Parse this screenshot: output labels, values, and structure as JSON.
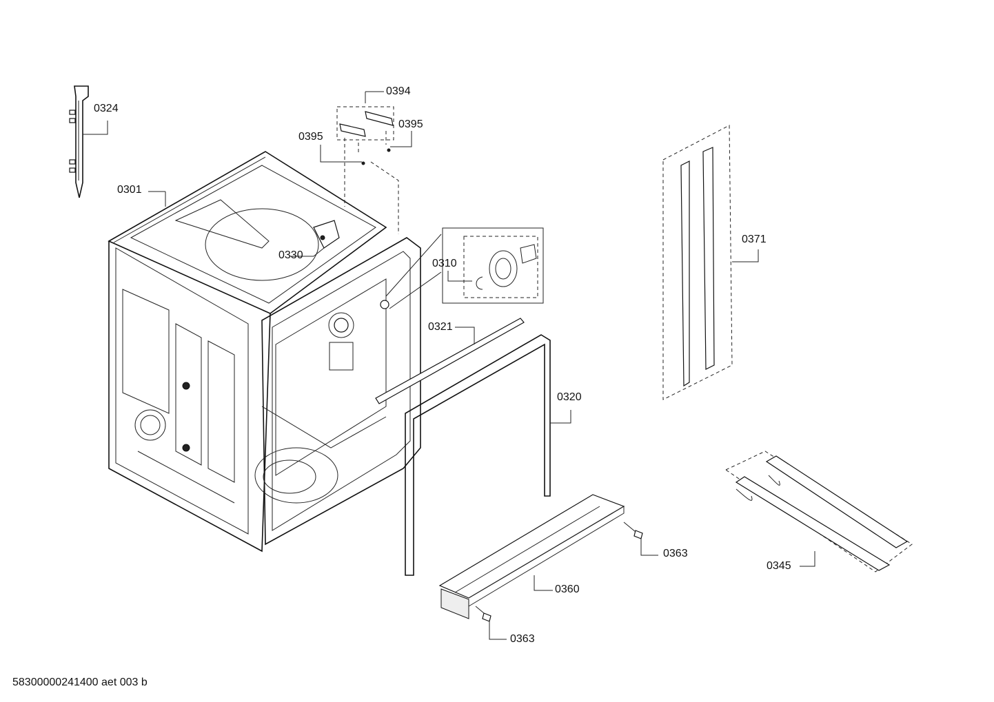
{
  "labels": {
    "p0324": "0324",
    "p0394": "0394",
    "p0395a": "0395",
    "p0395b": "0395",
    "p0301": "0301",
    "p0330": "0330",
    "p0310": "0310",
    "p0371": "0371",
    "p0321": "0321",
    "p0320": "0320",
    "p0345": "0345",
    "p0363a": "0363",
    "p0360": "0360",
    "p0363b": "0363"
  },
  "footer": "58300000241400 aet 003 b"
}
